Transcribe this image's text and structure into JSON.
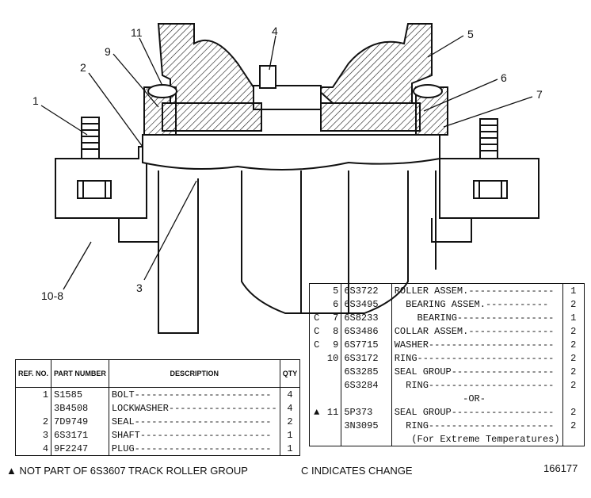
{
  "callouts": {
    "c1": "1",
    "c2": "2",
    "c3": "3",
    "c4": "4",
    "c5": "5",
    "c6": "6",
    "c7": "7",
    "c9": "9",
    "c11": "11",
    "c10_8": "10-8"
  },
  "left_table": {
    "headers": {
      "ref": "REF. NO.",
      "part": "PART NUMBER",
      "desc": "DESCRIPTION",
      "qty": "QTY"
    },
    "rows": [
      {
        "ref": "1",
        "part": "S1585",
        "desc": "BOLT------------------------",
        "qty": "4"
      },
      {
        "ref": "",
        "part": "3B4508",
        "desc": "LOCKWASHER-------------------",
        "qty": "4"
      },
      {
        "ref": "2",
        "part": "7D9749",
        "desc": "SEAL------------------------",
        "qty": "2"
      },
      {
        "ref": "3",
        "part": "6S3171",
        "desc": "SHAFT-----------------------",
        "qty": "1"
      },
      {
        "ref": "4",
        "part": "9F2247",
        "desc": "PLUG------------------------",
        "qty": "1"
      }
    ]
  },
  "right_table": {
    "rows": [
      {
        "chg": "",
        "ref": "5",
        "part": "6S3722",
        "desc": "ROLLER ASSEM.---------------",
        "qty": "1"
      },
      {
        "chg": "",
        "ref": "6",
        "part": "6S3495",
        "desc": "  BEARING ASSEM.-----------",
        "qty": "2"
      },
      {
        "chg": "C",
        "ref": "7",
        "part": "6S8233",
        "desc": "    BEARING-----------------",
        "qty": "1"
      },
      {
        "chg": "C",
        "ref": "8",
        "part": "6S3486",
        "desc": "COLLAR ASSEM.---------------",
        "qty": "2"
      },
      {
        "chg": "C",
        "ref": "9",
        "part": "6S7715",
        "desc": "WASHER----------------------",
        "qty": "2"
      },
      {
        "chg": "",
        "ref": "10",
        "part": "6S3172",
        "desc": "RING------------------------",
        "qty": "2"
      },
      {
        "chg": "",
        "ref": "",
        "part": "6S3285",
        "desc": "SEAL GROUP------------------",
        "qty": "2"
      },
      {
        "chg": "",
        "ref": "",
        "part": "6S3284",
        "desc": "  RING----------------------",
        "qty": "2"
      },
      {
        "chg": "",
        "ref": "",
        "part": "",
        "desc": "            -OR-",
        "qty": ""
      },
      {
        "chg": "▲",
        "ref": "11",
        "part": "5P373",
        "desc": "SEAL GROUP------------------",
        "qty": "2"
      },
      {
        "chg": "",
        "ref": "",
        "part": "3N3095",
        "desc": "  RING----------------------",
        "qty": "2"
      },
      {
        "chg": "",
        "ref": "",
        "part": "",
        "desc": "   (For Extreme Temperatures)",
        "qty": ""
      }
    ]
  },
  "footer": {
    "note": "▲ NOT PART OF 6S3607 TRACK ROLLER GROUP",
    "change": "C INDICATES CHANGE",
    "ref_number": "166177"
  }
}
